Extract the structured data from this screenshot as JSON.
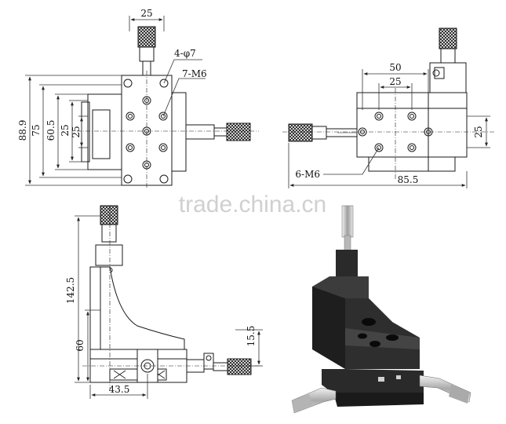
{
  "top_view": {
    "dim_width_top": "25",
    "dim_holes_label": "4-φ7",
    "dim_taps_label": "7-M6",
    "dim_height_total": "88.9",
    "dim_height_75": "75",
    "dim_height_60": "60.5",
    "dim_inner_25a": "25",
    "dim_inner_25b": "25"
  },
  "side_view": {
    "dim_width_50": "50",
    "dim_width_25": "25",
    "dim_right_25": "25",
    "dim_taps_label": "6-M6",
    "dim_bottom": "85.5"
  },
  "front_view": {
    "dim_height_142": "142.5",
    "dim_height_60": "60",
    "dim_right_15": "15.5",
    "dim_bottom_43": "43.5"
  },
  "watermark": "trade.china.cn",
  "colors": {
    "line": "#1a1a1a",
    "dim": "#333333",
    "watermark": "#c8c8c8",
    "metal_dark": "#1e1e1e",
    "metal_mid": "#3a3a3a",
    "chrome": "#c9c9c9"
  }
}
